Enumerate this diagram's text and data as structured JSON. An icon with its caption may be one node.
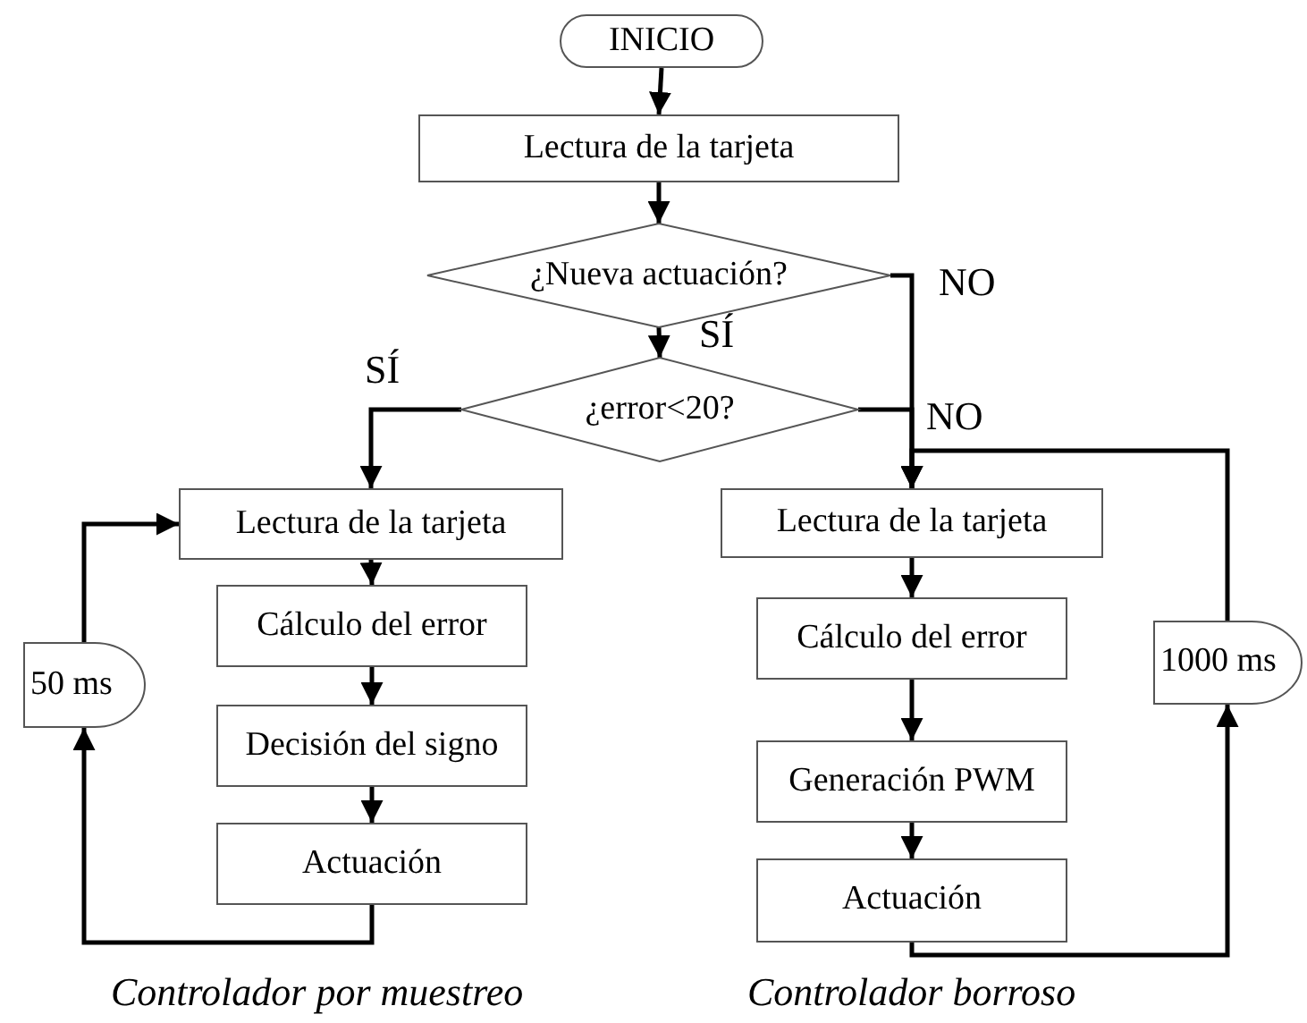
{
  "diagram": {
    "nodes": [
      {
        "text": [
          "INICIO"
        ]
      },
      {
        "text": [
          "Lectura de la tarjeta"
        ]
      },
      {
        "text": [
          "¿Nueva actuación?"
        ]
      },
      {
        "text": [
          "¿error<20?"
        ]
      },
      {
        "text": [
          "Lectura de la tarjeta"
        ]
      },
      {
        "text": [
          "Cálculo del error"
        ]
      },
      {
        "text": [
          "Decisión del signo"
        ]
      },
      {
        "text": [
          "Actuación"
        ]
      },
      {
        "text": [
          "50 ms"
        ]
      },
      {
        "text": [
          "Lectura de la tarjeta"
        ]
      },
      {
        "text": [
          "Cálculo del error"
        ]
      },
      {
        "text": [
          "Generación PWM"
        ]
      },
      {
        "text": [
          "Actuación"
        ]
      },
      {
        "text": [
          "1000 ms"
        ]
      }
    ],
    "edges": [
      {
        "from": 0,
        "to": 1,
        "arrow": "to"
      },
      {
        "from": 1,
        "to": 2,
        "arrow": "to"
      },
      {
        "from": 2,
        "to": 3,
        "arrow": "to",
        "label": "SÍ"
      },
      {
        "from": 2,
        "to": 9,
        "arrow": "to",
        "label": "NO"
      },
      {
        "from": 3,
        "to": 4,
        "arrow": "to",
        "label": "SÍ"
      },
      {
        "from": 3,
        "to": 9,
        "arrow": "to",
        "label": "NO"
      },
      {
        "from": 4,
        "to": 5,
        "arrow": "to"
      },
      {
        "from": 5,
        "to": 6,
        "arrow": "to"
      },
      {
        "from": 6,
        "to": 7,
        "arrow": "to"
      },
      {
        "from": 7,
        "to": 8,
        "arrow": "to"
      },
      {
        "from": 8,
        "to": 4,
        "arrow": "to"
      },
      {
        "from": 9,
        "to": 10,
        "arrow": "to"
      },
      {
        "from": 10,
        "to": 11,
        "arrow": "to"
      },
      {
        "from": 11,
        "to": 12,
        "arrow": "to"
      },
      {
        "from": 12,
        "to": 13,
        "arrow": "to"
      },
      {
        "from": 13,
        "to": 9,
        "arrow": "to"
      }
    ],
    "labels": [
      "Controlador por muestreo",
      "Controlador borroso"
    ]
  }
}
